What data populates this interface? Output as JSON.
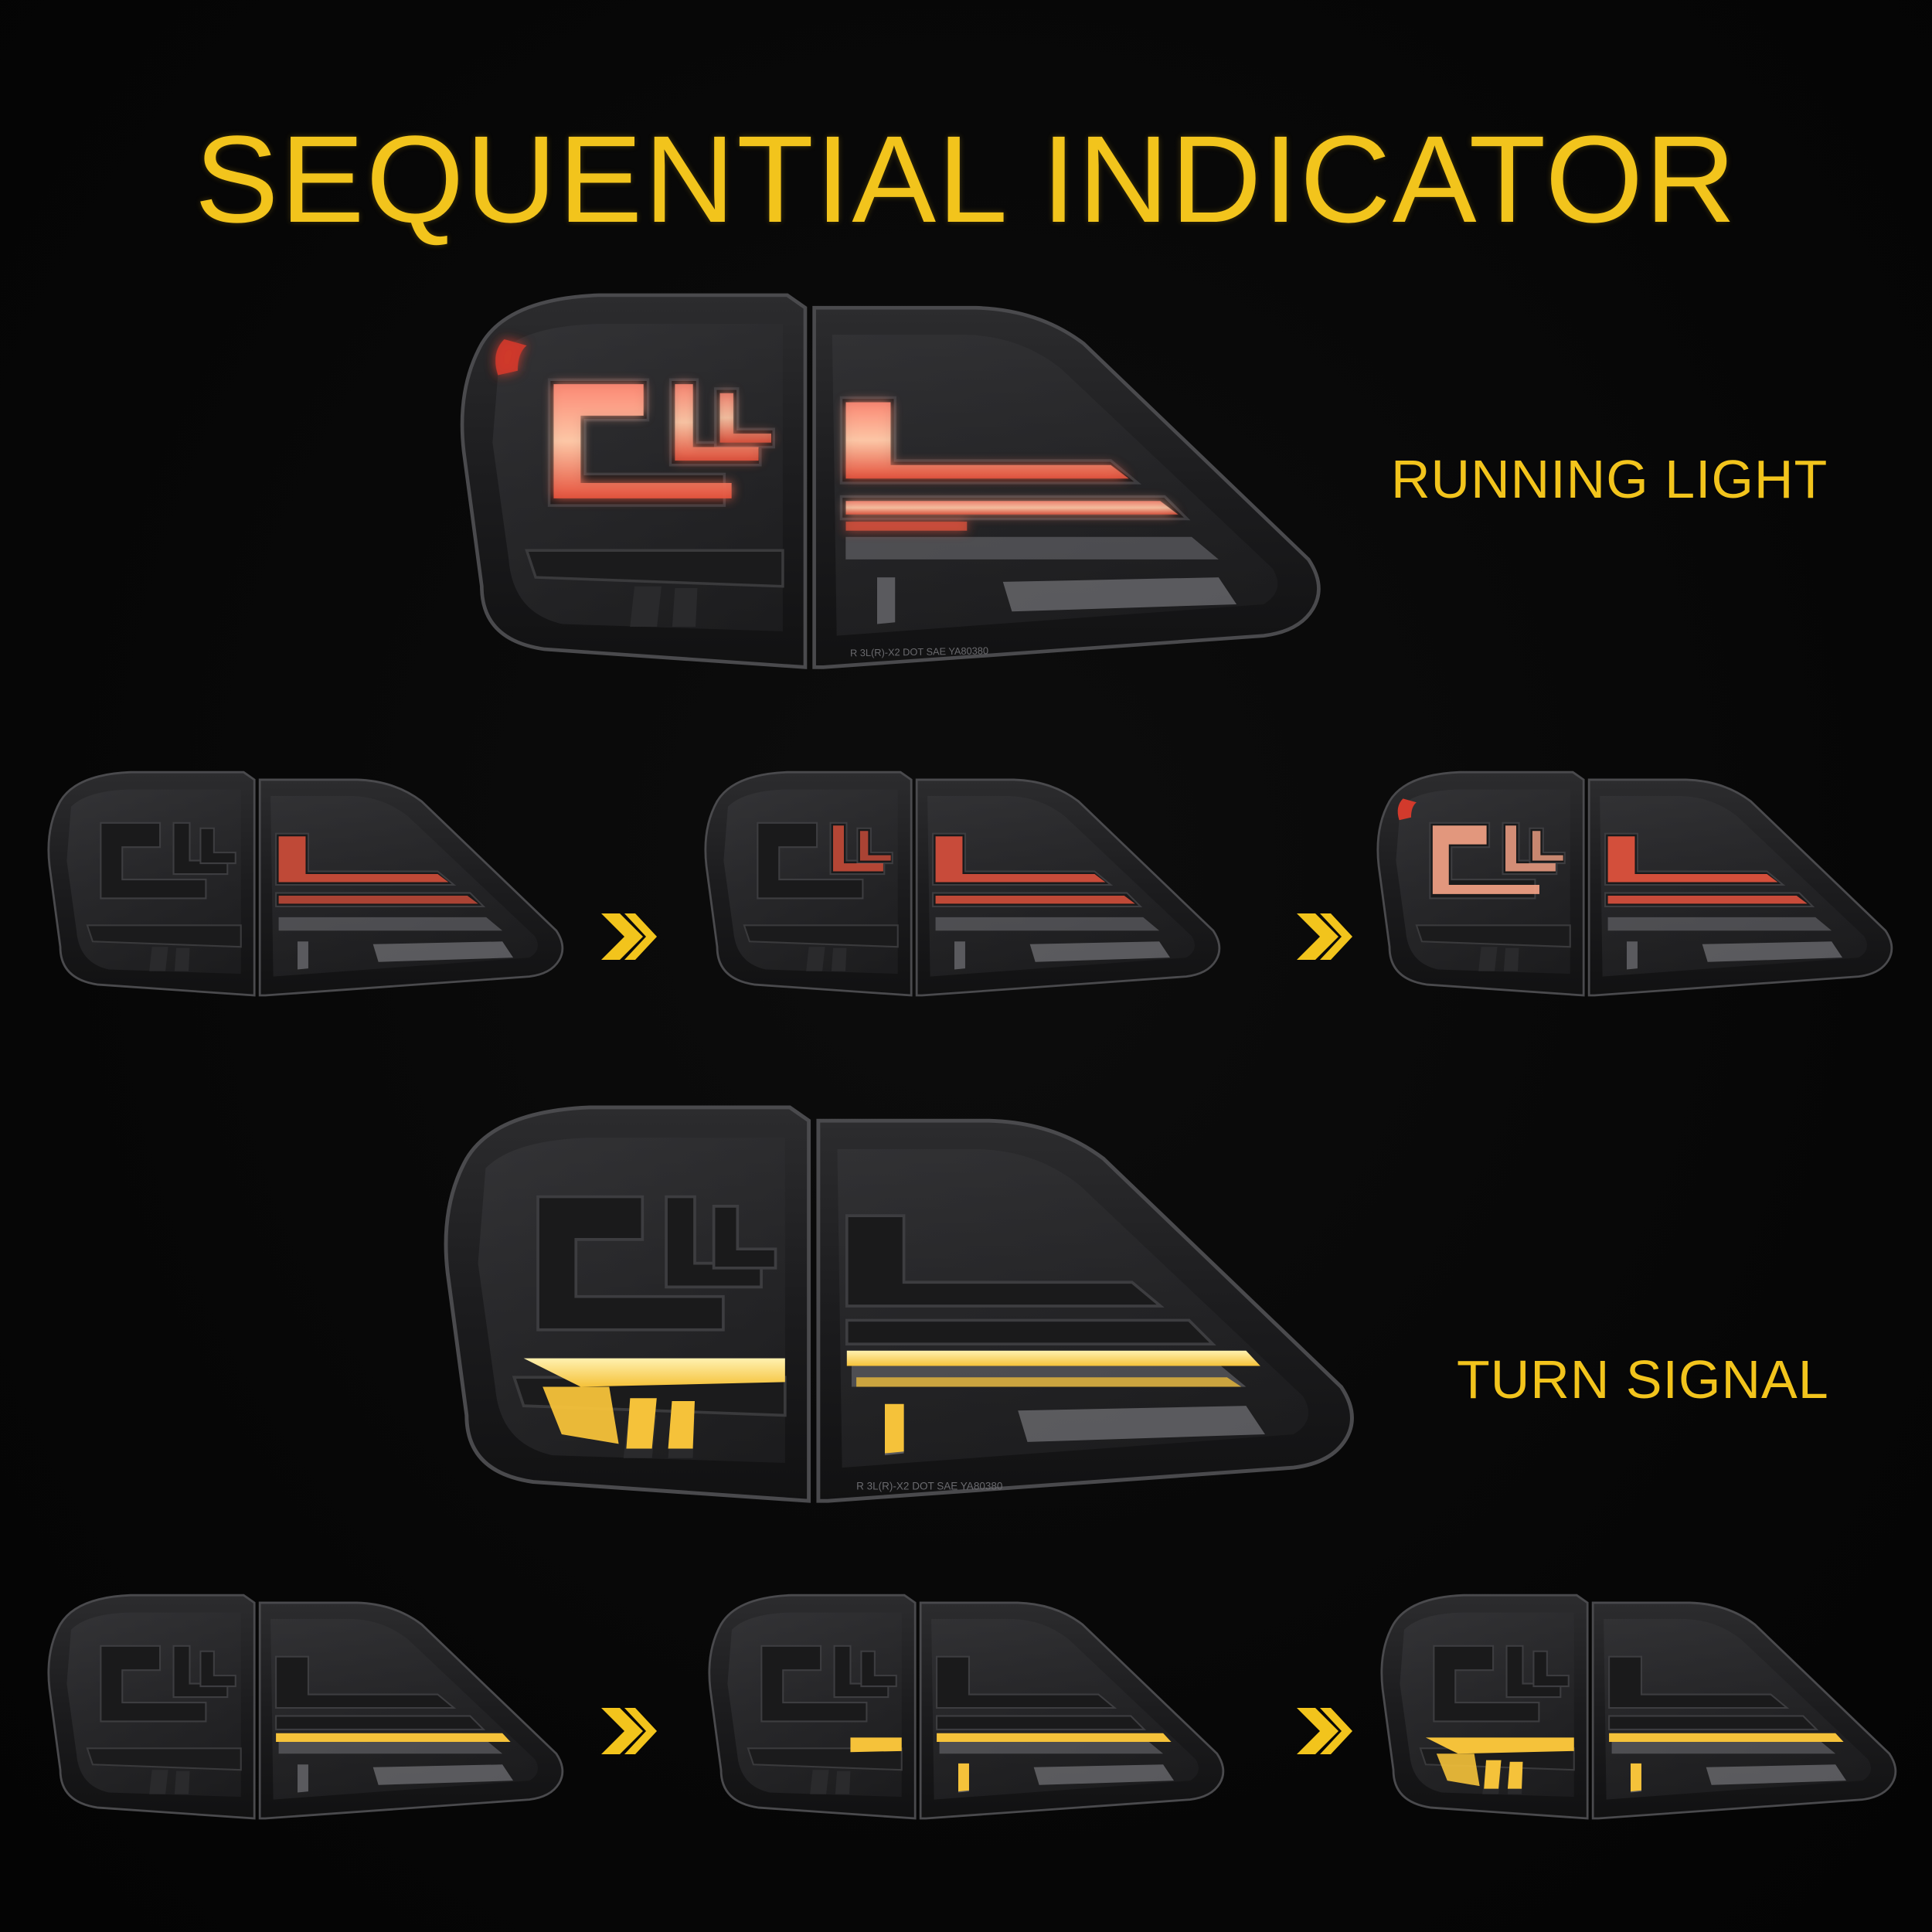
{
  "headline": "SEQUENTIAL INDICATOR",
  "sections": {
    "running": {
      "label": "RUNNING LIGHT"
    },
    "turn": {
      "label": "TURN SIGNAL"
    }
  },
  "lamp_text": {
    "outer": "R 3L(R)-X2 DOT SAE YA80380",
    "inner": "R 3L(R)-X2 DOT SAE YA80380"
  },
  "colors": {
    "headline": "#f2c41c",
    "running_light": "#e8553f",
    "running_core": "#ffd9b5",
    "turn_signal": "#f5c23a",
    "turn_core": "#fff1b0",
    "background": "#070707"
  },
  "icons": {
    "sequence_arrow": "chevron-right-icon"
  }
}
